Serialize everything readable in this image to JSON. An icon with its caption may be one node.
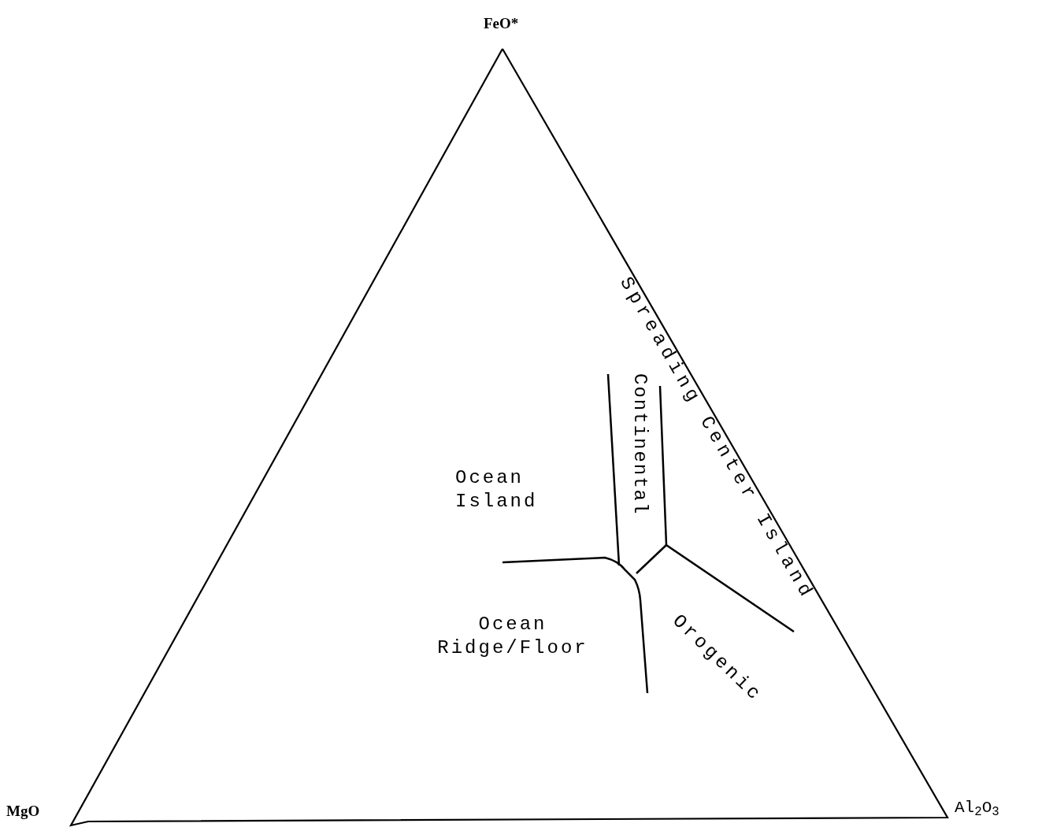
{
  "diagram": {
    "labels": [
      "FeO*",
      "Spreading Center Island",
      "Continental",
      "Ocean Island",
      "Ocean Ridge/Floor",
      "Orogenic",
      "MgO",
      "Al$_{2}$O$_{3}$"
    ]
  }
}
